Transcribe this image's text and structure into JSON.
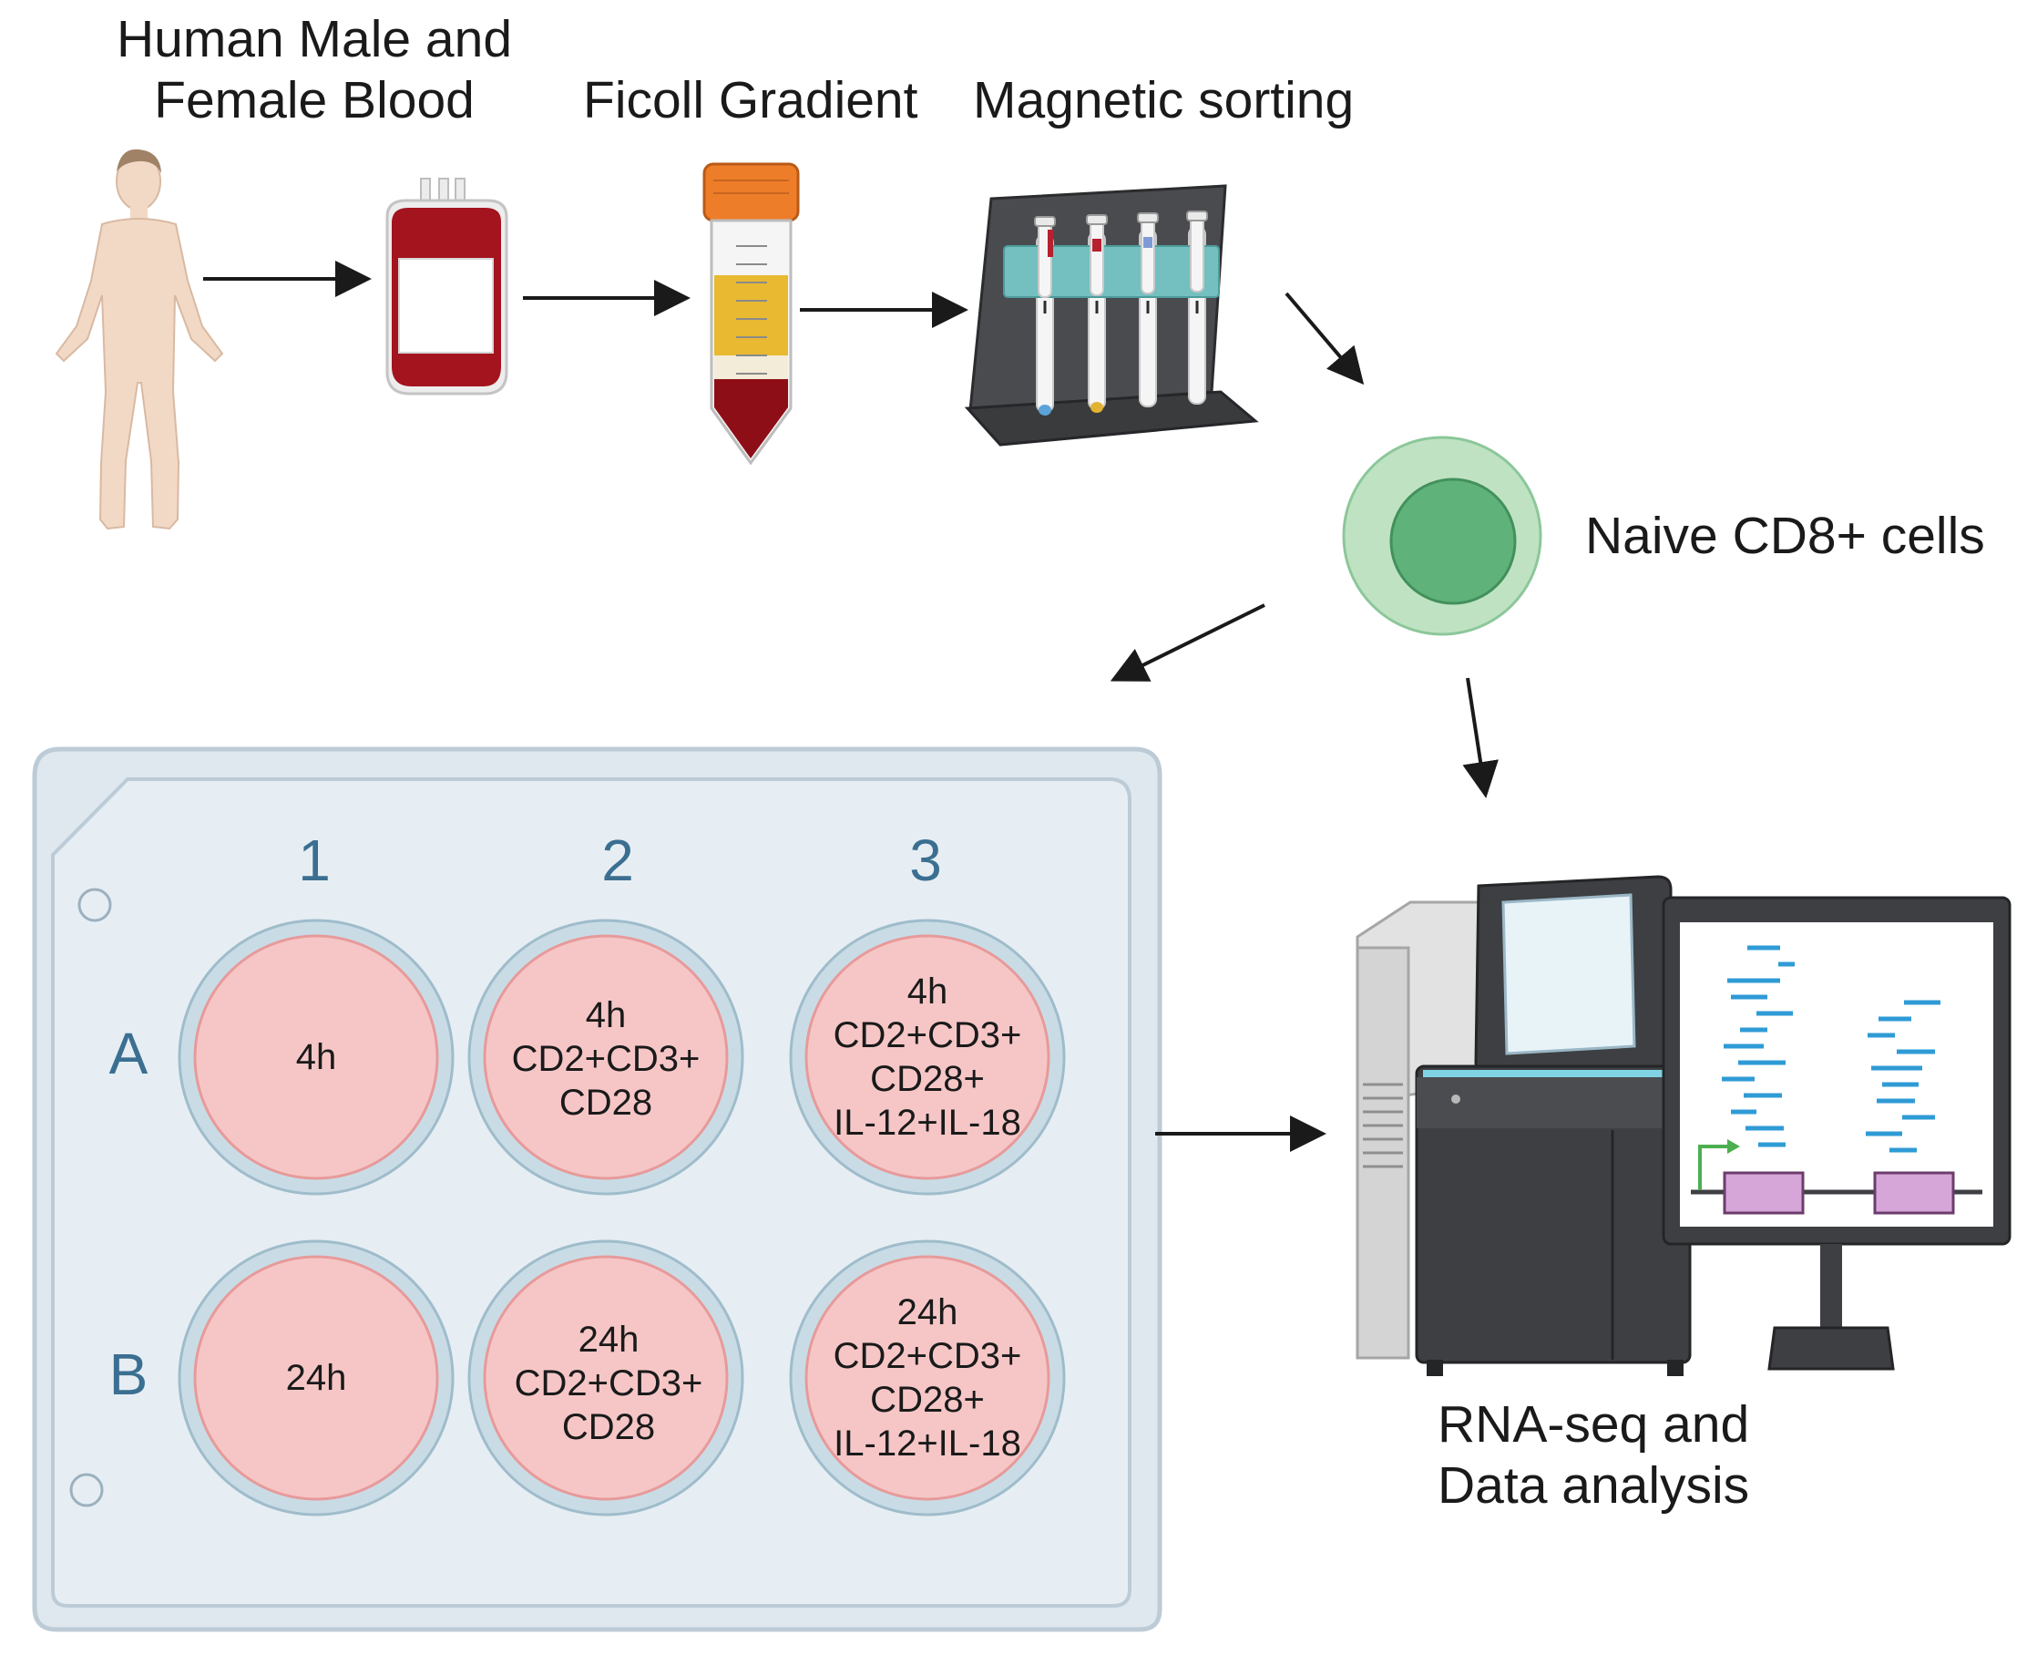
{
  "steps": {
    "blood": [
      "Human  Male and",
      "Female Blood"
    ],
    "ficoll": "Ficoll Gradient",
    "magnetic": "Magnetic sorting",
    "cells": "Naive CD8+ cells",
    "rnaseq": [
      "RNA-seq and",
      "Data analysis"
    ]
  },
  "plate": {
    "columns": [
      "1",
      "2",
      "3"
    ],
    "rows": [
      "A",
      "B"
    ],
    "wells": [
      [
        "4h"
      ],
      [
        "4h",
        "CD2+CD3+",
        "CD28"
      ],
      [
        "4h",
        "CD2+CD3+",
        "CD28+",
        "IL-12+IL-18"
      ],
      [
        "24h"
      ],
      [
        "24h",
        "CD2+CD3+",
        "CD28"
      ],
      [
        "24h",
        "CD2+CD3+",
        "CD28+",
        "IL-12+IL-18"
      ]
    ]
  },
  "colors": {
    "arrow": "#1a1a1a",
    "plate_bg": "#dfe8ee",
    "plate_border": "#bccbd6",
    "well_fill": "#f6c6c6",
    "well_ring": "#c9dce6",
    "plate_label": "#3b6f91",
    "cell_outer": "#bfe3c2",
    "cell_inner": "#5fb37a",
    "blood": "#a3141f",
    "tube_cap": "#ee7d2a",
    "instrument": "#3d3f42",
    "read_bar": "#2f9bd6",
    "exon": "#d7a6d8"
  },
  "icons": [
    "human-figure-icon",
    "blood-bag-icon",
    "ficoll-tube-icon",
    "magnetic-rack-icon",
    "sequencer-icon",
    "monitor-icon"
  ]
}
